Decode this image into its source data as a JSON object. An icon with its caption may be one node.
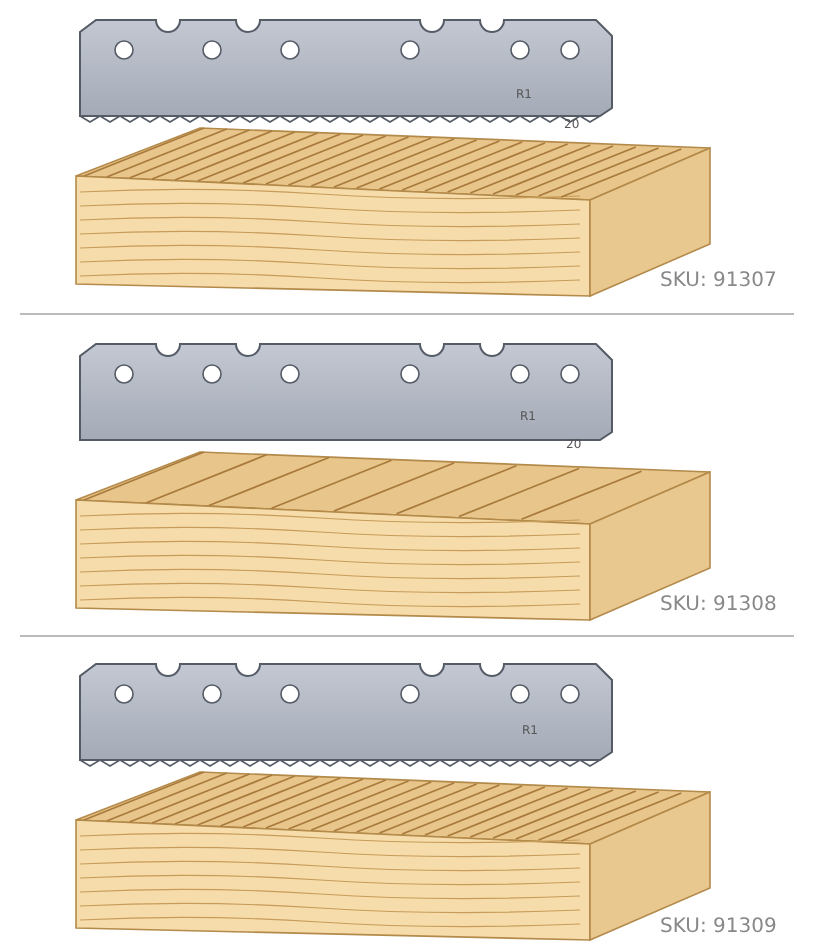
{
  "diagram": {
    "labels": [
      "R1",
      "20",
      "SKU: 91307",
      "R1",
      "20",
      "SKU: 91308",
      "R1",
      "SKU: 91309"
    ]
  }
}
